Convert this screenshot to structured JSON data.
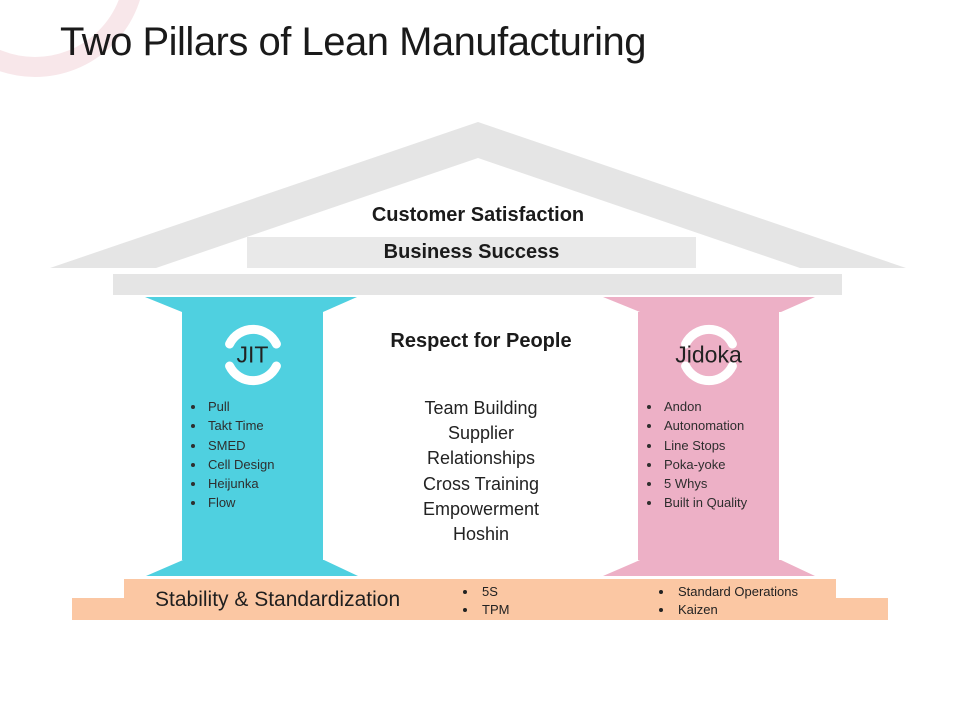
{
  "slide": {
    "title": "Two Pillars of Lean Manufacturing"
  },
  "roof": {
    "customer_satisfaction": "Customer Satisfaction",
    "business_success": "Business Success"
  },
  "center": {
    "heading": "Respect for People",
    "items": [
      "Team Building",
      "Supplier",
      "Relationships",
      "Cross Training",
      "Empowerment",
      "Hoshin"
    ]
  },
  "left_pillar": {
    "label": "JIT",
    "items": [
      "Pull",
      "Takt Time",
      "SMED",
      "Cell Design",
      "Heijunka",
      "Flow"
    ],
    "color": "#4fd0e0"
  },
  "right_pillar": {
    "label": "Jidoka",
    "items": [
      "Andon",
      "Autonomation",
      "Line Stops",
      "Poka-yoke",
      "5 Whys",
      "Built in Quality"
    ],
    "color": "#edb0c6"
  },
  "base": {
    "label": "Stability & Standardization",
    "items_middle": [
      "5S",
      "TPM"
    ],
    "items_right": [
      "Standard Operations",
      "Kaizen"
    ],
    "color": "#fbc7a3"
  },
  "icons": {
    "left_pillar_icon": "cycle-arcs-icon",
    "right_pillar_icon": "cycle-arcs-icon"
  },
  "colors": {
    "roof_gray": "#e5e5e5",
    "band_gray": "#e9e9e9",
    "pillar_left_cyan": "#4fd0e0",
    "pillar_right_pink": "#edb0c6",
    "foundation_peach": "#fbc7a3",
    "decoration_ring_pink": "#f8e7ea",
    "text_dark": "#1c1c1c"
  }
}
